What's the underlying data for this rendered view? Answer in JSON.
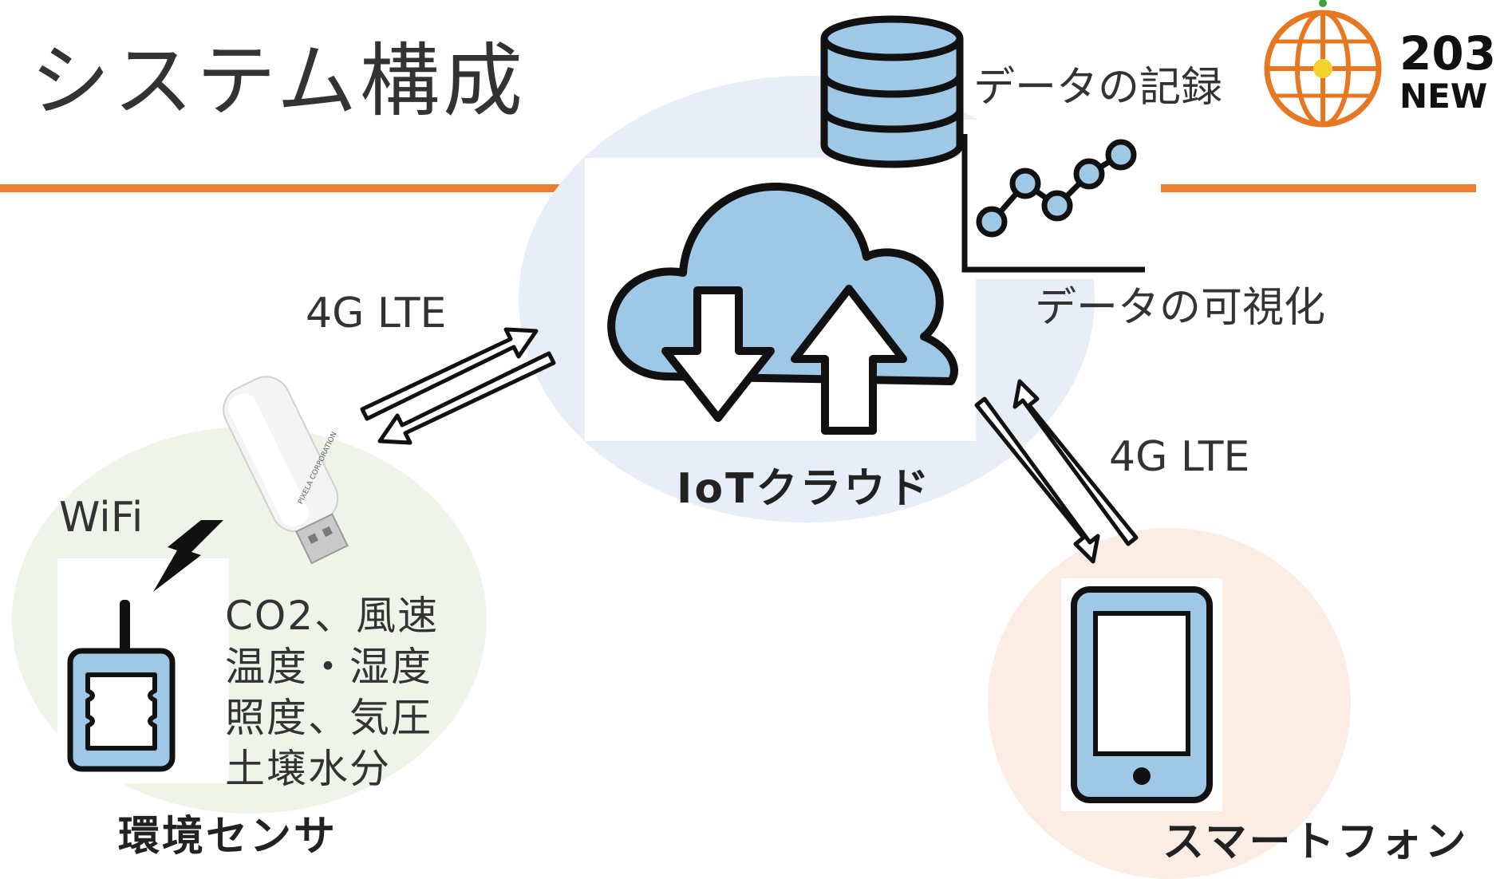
{
  "page": {
    "title": "システム構成"
  },
  "logo": {
    "text_top": "203",
    "text_bottom": "NEW",
    "colors": {
      "ring": "#e87722",
      "center": "#f2d22e",
      "dot": "#3aa635",
      "text": "#111111"
    }
  },
  "colors": {
    "accent_rule": "#ed7d31",
    "icon_fill": "#9ec8e6",
    "icon_stroke": "#111111",
    "cloud_bg": "#e8eef7",
    "sensor_bg": "#eef5e8",
    "phone_bg": "#fbede4"
  },
  "cloud": {
    "label": "IoTクラウド",
    "icon": "cloud-upload-download-icon"
  },
  "database": {
    "label": "データの記録",
    "icon": "database-icon"
  },
  "visualization": {
    "label": "データの可視化",
    "icon": "line-chart-icon"
  },
  "links": {
    "sensor_to_cloud": "4G LTE",
    "cloud_to_phone": "4G LTE",
    "sensor_to_router": "WiFi"
  },
  "router": {
    "icon": "usb-lte-router-icon",
    "brand": "PIXELA CORPORATION"
  },
  "sensor": {
    "label": "環境センサ",
    "icon": "sensor-device-icon",
    "measurements": [
      "CO2、風速",
      "温度・湿度",
      "照度、気圧",
      "土壌水分"
    ]
  },
  "phone": {
    "label": "スマートフォン",
    "icon": "smartphone-icon"
  }
}
